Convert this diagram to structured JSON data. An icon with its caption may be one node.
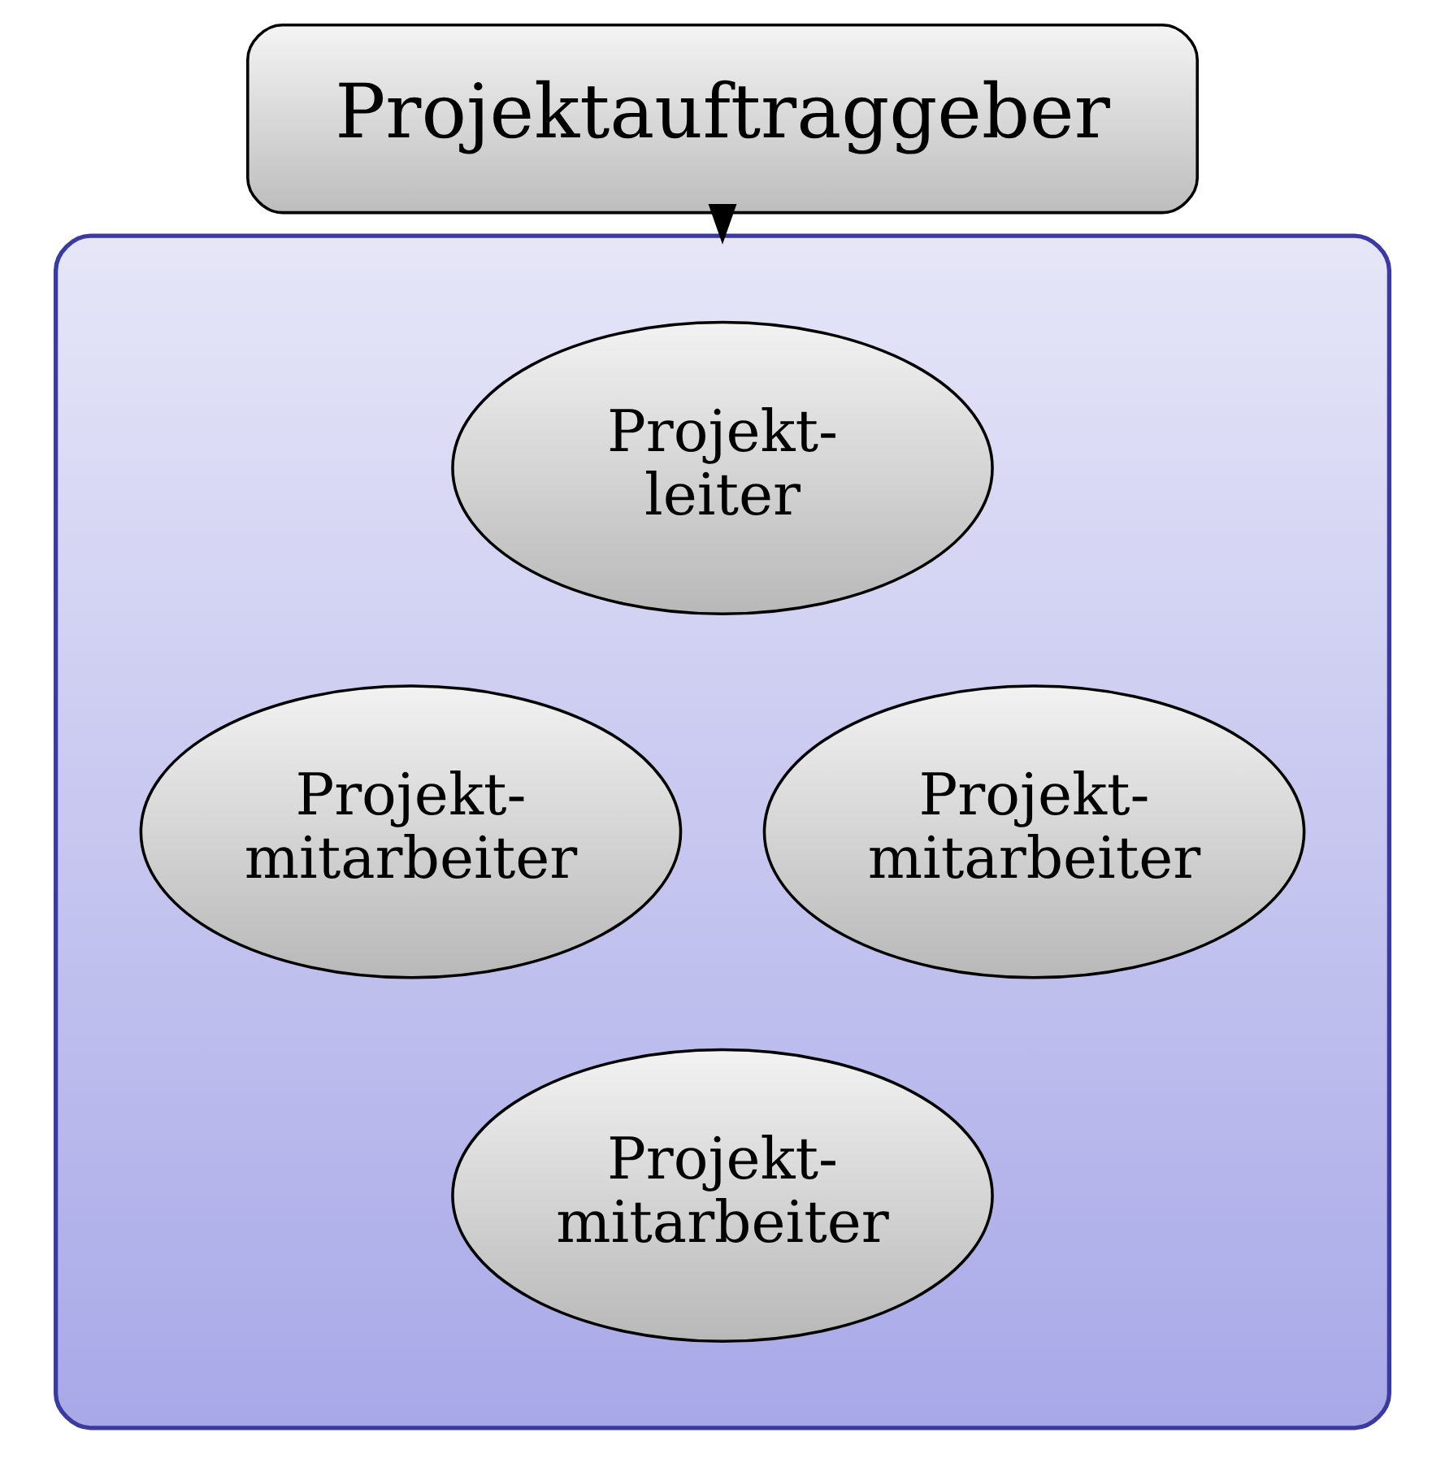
{
  "diagram": {
    "nodes": [
      {
        "text": [
          "Projektauftraggeber"
        ]
      },
      {
        "text": [],
        "shape": "ellipse"
      },
      {
        "text": [
          "Projekt- leiter"
        ],
        "in": 1
      },
      {
        "text": [
          "Projekt- mitarbeiter"
        ],
        "in": 1
      },
      {
        "text": [
          "Projekt- mitarbeiter"
        ],
        "in": 1
      },
      {
        "text": [
          "Projekt- mitarbeiter"
        ],
        "in": 1
      }
    ],
    "edges": [
      {
        "from": 0,
        "to": 1,
        "arrow": "to"
      }
    ]
  }
}
